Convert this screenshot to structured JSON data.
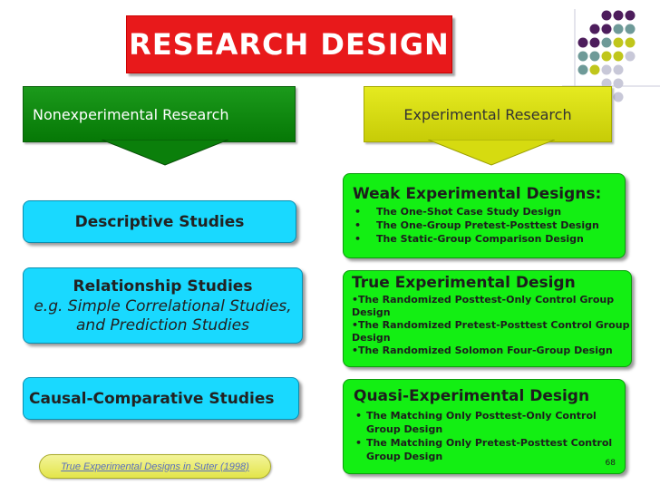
{
  "title": "RESEARCH DESIGN",
  "nonexperimental_label": "Nonexperimental Research",
  "experimental_label": "Experimental Research",
  "left_boxes": {
    "descriptive": "Descriptive Studies",
    "relationship_title": "Relationship Studies",
    "relationship_sub": "e.g. Simple Correlational Studies, and Prediction Studies",
    "causal": "Causal-Comparative Studies"
  },
  "weak": {
    "heading": "Weak Experimental Designs:",
    "items": [
      "The One-Shot Case Study Design",
      "The One-Group Pretest-Posttest Design",
      "The Static-Group Comparison Design"
    ]
  },
  "true_design": {
    "heading": "True Experimental Design",
    "items": [
      "•The Randomized Posttest-Only Control Group Design",
      "•The Randomized Pretest-Posttest Control Group Design",
      "•The Randomized Solomon Four-Group Design"
    ]
  },
  "quasi": {
    "heading": "Quasi-Experimental Design",
    "items": [
      "The Matching Only Posttest-Only Control Group Design",
      "The Matching Only Pretest-Posttest Control Group Design"
    ]
  },
  "citation": "True Experimental Designs in Suter (1998)",
  "page_number": "68",
  "colors": {
    "title_red": "#e8191b",
    "nonexp_green": "#067806",
    "exp_yellow": "#c7cc07",
    "cyan": "#19d9ff",
    "bright_green": "#13ef13",
    "dot_purple": "#4d1d5c",
    "dot_teal": "#6e9a98",
    "dot_olive": "#c0c61b",
    "dot_gray": "#c8c8d8"
  }
}
